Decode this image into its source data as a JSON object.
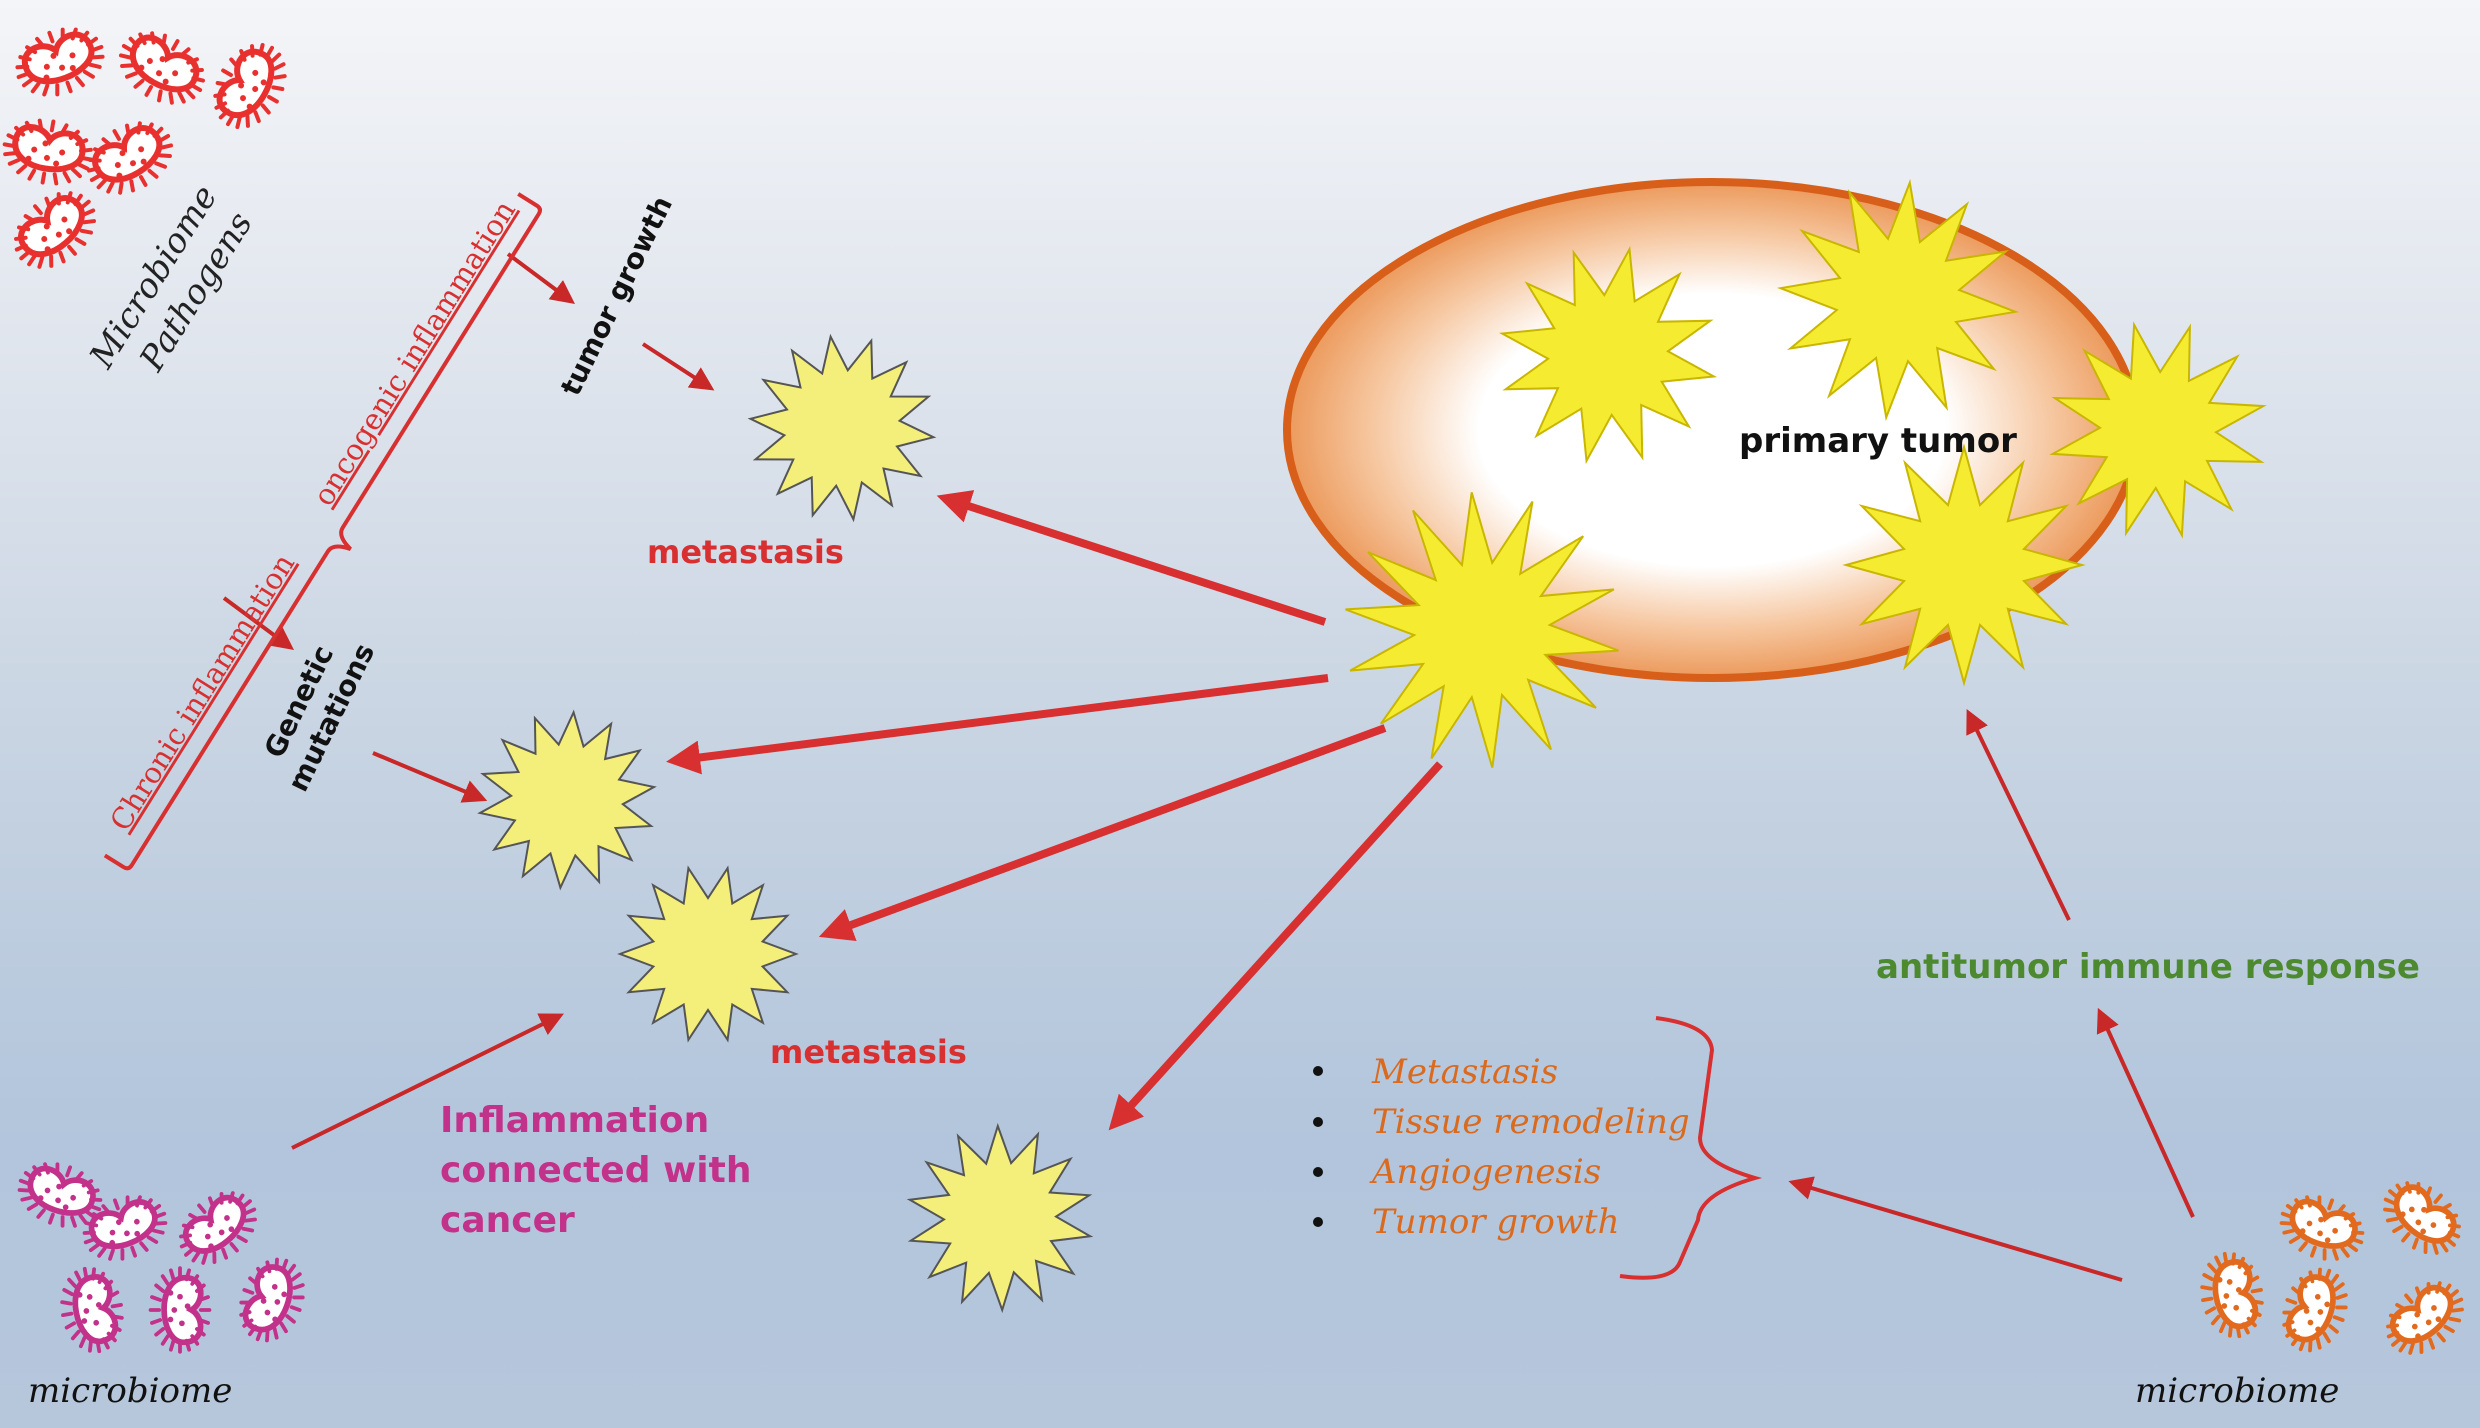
{
  "labels": {
    "microbiome_pathogens_line1": "Microbiome",
    "microbiome_pathogens_line2": "Pathogens",
    "chronic_inflammation": "Chronic inflammation",
    "oncogenic_inflammation": "oncogenic inflammation",
    "tumor_growth": "tumor growth",
    "genetic_mutations_line1": "Genetic",
    "genetic_mutations_line2": "mutations",
    "metastasis_top": "metastasis",
    "metastasis_mid": "metastasis",
    "primary_tumor": "primary tumor",
    "inflammation_line1": "Inflammation",
    "inflammation_line2": "connected with",
    "inflammation_line3": "cancer",
    "microbiome_left": "microbiome",
    "microbiome_right": "microbiome",
    "antitumor_response": "antitumor immune response"
  },
  "effects_list": [
    "Metastasis",
    "Tissue remodeling",
    "Angiogenesis",
    "Tumor growth"
  ],
  "colors": {
    "arrow": "#d83030",
    "pathogen_red": "#e8312f",
    "microbiome_magenta": "#c2318a",
    "microbiome_orange": "#e26a1e",
    "star_fill": "#f5ec31",
    "star_fill_pale": "#f3ef7a",
    "tumor_border": "#d85f1a",
    "antitumor_green": "#4d8a2f",
    "effects_orange": "#d96a1e"
  }
}
